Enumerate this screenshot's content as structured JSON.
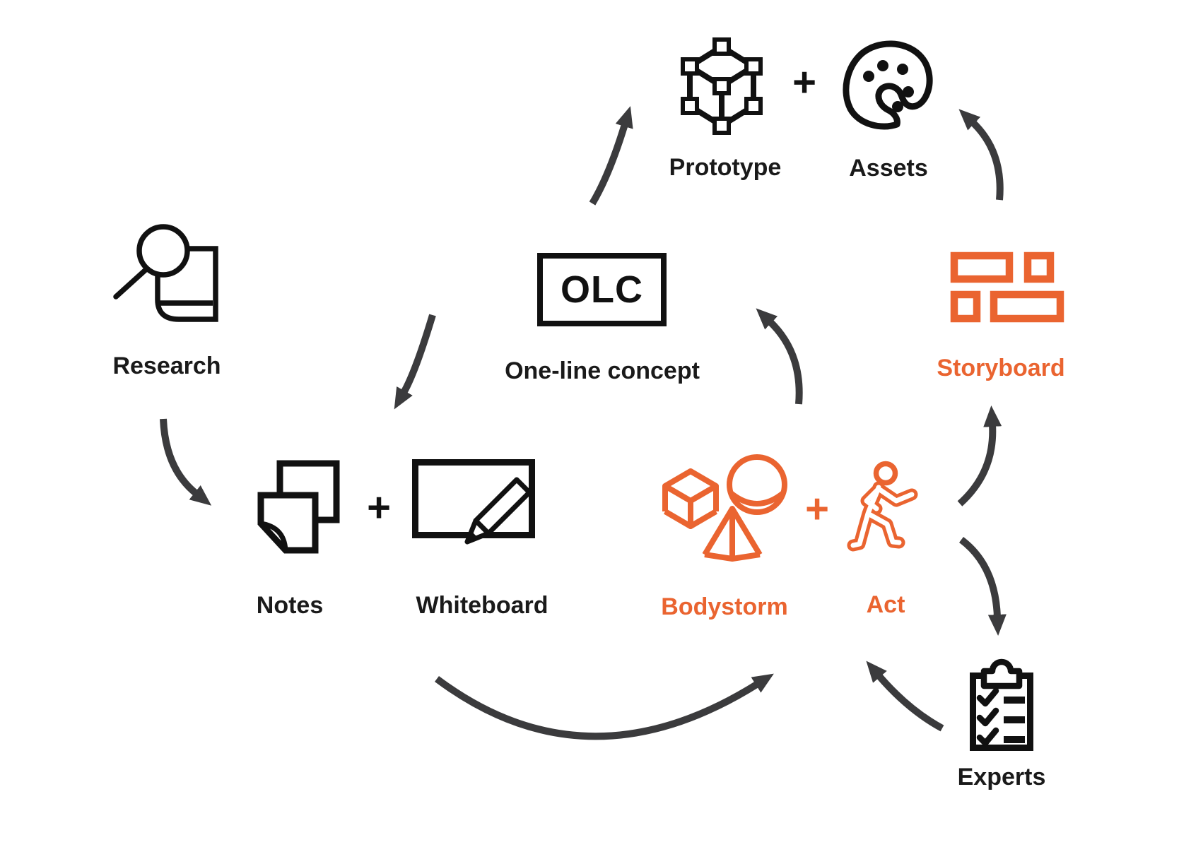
{
  "diagram": {
    "type": "design-process-cycle",
    "background": "#FFFFFF",
    "colors": {
      "icon": "#111111",
      "accent": "#EA6430",
      "arrow": "#3B3B3D",
      "label": "#1A1A1A"
    },
    "plus": "+",
    "nodes": {
      "research": {
        "label": "Research",
        "icon": "magnifier-book-icon",
        "color": "black"
      },
      "olc": {
        "abbr": "OLC",
        "label": "One-line concept",
        "icon": "olc-box",
        "color": "black"
      },
      "notes": {
        "label": "Notes",
        "icon": "sticky-notes-icon",
        "color": "black"
      },
      "whiteboard": {
        "label": "Whiteboard",
        "icon": "whiteboard-pencil-icon",
        "color": "black"
      },
      "bodystorm": {
        "label": "Bodystorm",
        "icon": "shapes-icon",
        "color": "orange"
      },
      "act": {
        "label": "Act",
        "icon": "walking-person-icon",
        "color": "orange"
      },
      "storyboard": {
        "label": "Storyboard",
        "icon": "storyboard-frames-icon",
        "color": "orange"
      },
      "prototype": {
        "label": "Prototype",
        "icon": "wireframe-cube-icon",
        "color": "black"
      },
      "assets": {
        "label": "Assets",
        "icon": "paint-palette-icon",
        "color": "black"
      },
      "experts": {
        "label": "Experts",
        "icon": "checklist-clipboard-icon",
        "color": "black"
      }
    },
    "groups": [
      {
        "members": [
          "prototype",
          "assets"
        ],
        "separator": "+"
      },
      {
        "members": [
          "notes",
          "whiteboard"
        ],
        "separator": "+"
      },
      {
        "members": [
          "bodystorm",
          "act"
        ],
        "separator": "+"
      }
    ],
    "edges": [
      {
        "from": "olc",
        "to": "prototype"
      },
      {
        "from": "storyboard",
        "to": "assets"
      },
      {
        "from": "research",
        "to": "notes"
      },
      {
        "from": "olc",
        "to": "whiteboard"
      },
      {
        "from": "whiteboard",
        "to": "bodystorm"
      },
      {
        "from": "bodystorm",
        "to": "olc"
      },
      {
        "from": "act",
        "to": "storyboard"
      },
      {
        "from": "storyboard",
        "to": "experts"
      },
      {
        "from": "experts",
        "to": "act"
      }
    ]
  }
}
